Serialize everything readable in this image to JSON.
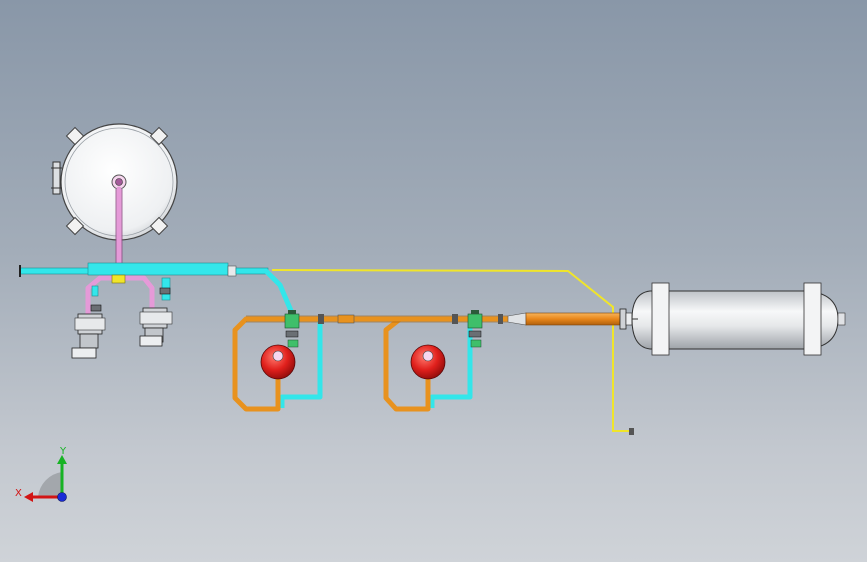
{
  "viewport": {
    "background_top": "#8997a8",
    "background_bottom": "#cfd3d8"
  },
  "triad": {
    "x_label": "X",
    "y_label": "Y",
    "x_color": "#d21414",
    "y_color": "#17b324",
    "z_color": "#1a2bd6"
  },
  "colors": {
    "cyan_pipe": "#33e6ea",
    "orange_pipe": "#e8921e",
    "pink_pipe": "#e59ad8",
    "yellow_line": "#f0e52a",
    "red_vessel": "#e0201c",
    "tank_body": "#e4e6e9"
  },
  "components": [
    {
      "name": "round-vessel",
      "icon": "circular-tank"
    },
    {
      "name": "horizontal-tank",
      "icon": "cylindrical-tank"
    },
    {
      "name": "spherical-vessel-1",
      "icon": "red-sphere"
    },
    {
      "name": "spherical-vessel-2",
      "icon": "red-sphere"
    },
    {
      "name": "pump-1",
      "icon": "pump"
    },
    {
      "name": "pump-2",
      "icon": "pump"
    }
  ]
}
